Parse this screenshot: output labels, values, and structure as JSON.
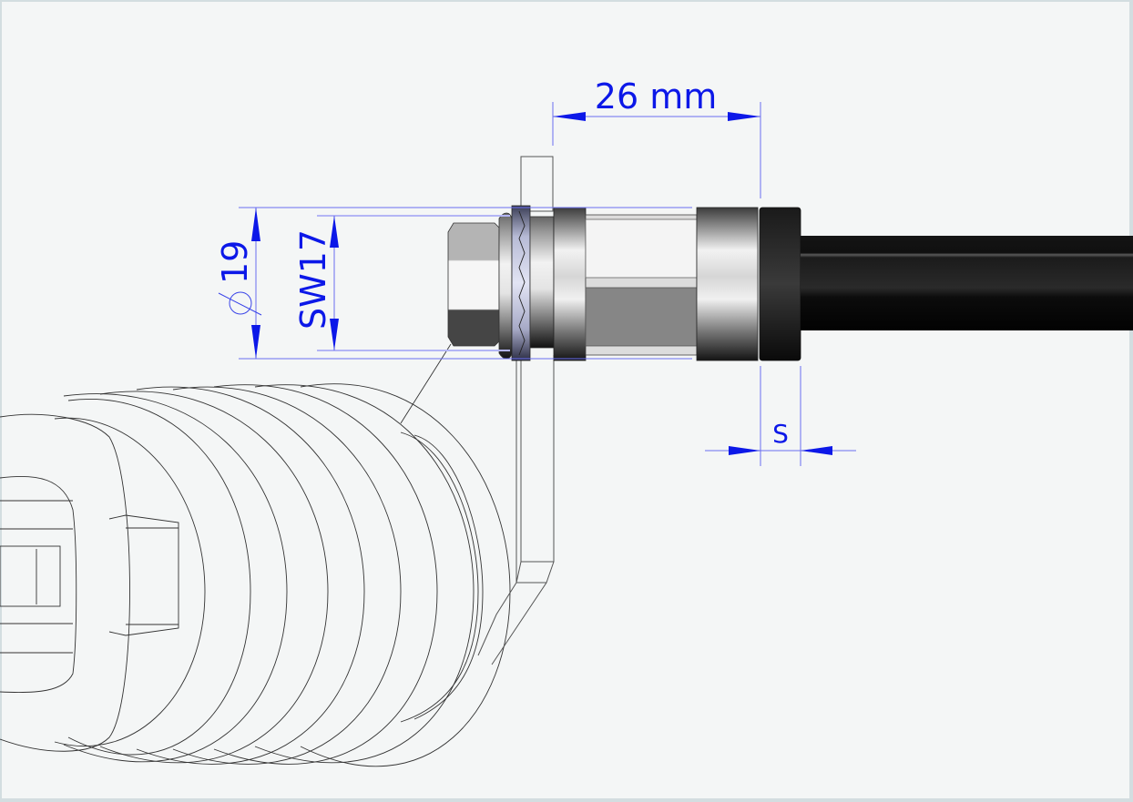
{
  "drawing": {
    "title": "Cable gland assembly dimension drawing",
    "background": "#f4f6f6",
    "border_color": "#d3dde0",
    "dimension_color": "#0c18e8",
    "dimension_line_color": "#6a6ef0",
    "dimensions": {
      "length": {
        "label": "26 mm"
      },
      "diameter": {
        "symbol": "⌀",
        "value": "19"
      },
      "wrench_size": {
        "label": "SW17"
      },
      "seal_width": {
        "label": "S"
      }
    },
    "parts": [
      {
        "name": "hex-nut",
        "finish": "metal"
      },
      {
        "name": "serrated-washer",
        "finish": "blue-steel"
      },
      {
        "name": "mounting-plate",
        "finish": "outline"
      },
      {
        "name": "gland-body",
        "finish": "metal"
      },
      {
        "name": "seal-insert",
        "finish": "black-rubber"
      },
      {
        "name": "cable",
        "finish": "black"
      },
      {
        "name": "corrugated-bellows-housing",
        "finish": "outline"
      }
    ]
  }
}
